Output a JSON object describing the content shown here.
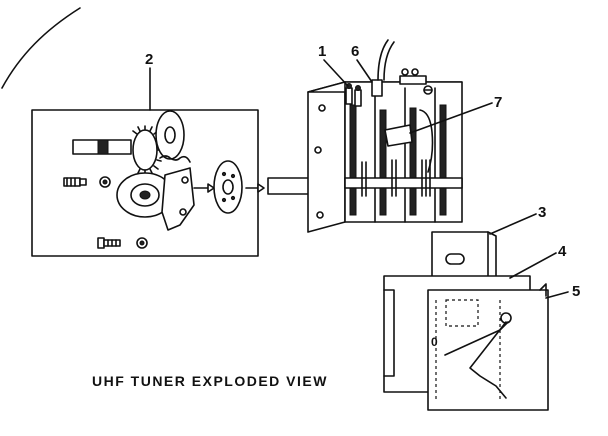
{
  "diagram": {
    "caption": "UHF TUNER EXPLODED VIEW",
    "callouts": [
      {
        "id": "1",
        "label": "1"
      },
      {
        "id": "2",
        "label": "2"
      },
      {
        "id": "3",
        "label": "3"
      },
      {
        "id": "4",
        "label": "4"
      },
      {
        "id": "5",
        "label": "5"
      },
      {
        "id": "6",
        "label": "6"
      },
      {
        "id": "7",
        "label": "7"
      }
    ]
  }
}
